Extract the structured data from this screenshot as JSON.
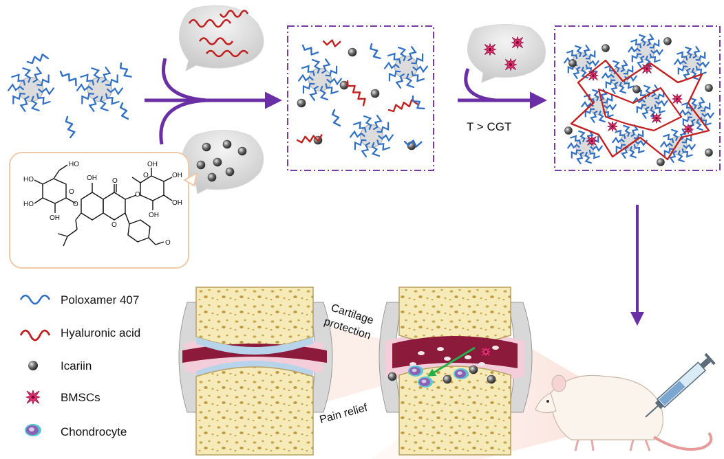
{
  "steps": {
    "condition_label": "T > CGT"
  },
  "annotations": {
    "cartilage_line1": "Cartilage",
    "cartilage_line2": "protection",
    "pain_relief": "Pain relief"
  },
  "legend": [
    {
      "key": "poloxamer",
      "label": "Poloxamer 407",
      "color": "#2f6fc4"
    },
    {
      "key": "hyaluronic",
      "label": "Hyaluronic acid",
      "color": "#c21f1f"
    },
    {
      "key": "icariin",
      "label": "Icariin",
      "color": "#555555"
    },
    {
      "key": "bmsc",
      "label": "BMSCs",
      "color": "#c2185b"
    },
    {
      "key": "chondrocyte",
      "label": "Chondrocyte",
      "color": "#7b4aa5"
    }
  ],
  "molecule_labels": {
    "ho_top": "HO",
    "ho_left1": "HO",
    "ho_left2": "HO",
    "oh_left": "OH",
    "oh_a": "OH",
    "o_ring1": "O",
    "oh_phenol": "OH",
    "o_keto": "O",
    "o_link1": "O",
    "o_link2": "O",
    "o_ring2": "O",
    "o_ring3": "O",
    "oh_r1": "OH",
    "oh_r2": "OH",
    "oh_r3": "OH",
    "o_methoxy": "O"
  },
  "colors": {
    "arrow": "#6a2ea5",
    "poloxamer": "#2f6fc4",
    "hyaluronic": "#c21f1f",
    "icariin": "#555555",
    "bone": "#f6ebb8",
    "cartilage": "#b7d4ea",
    "synovial": "#8c1a3a",
    "box_border": "#7a3aa5"
  }
}
